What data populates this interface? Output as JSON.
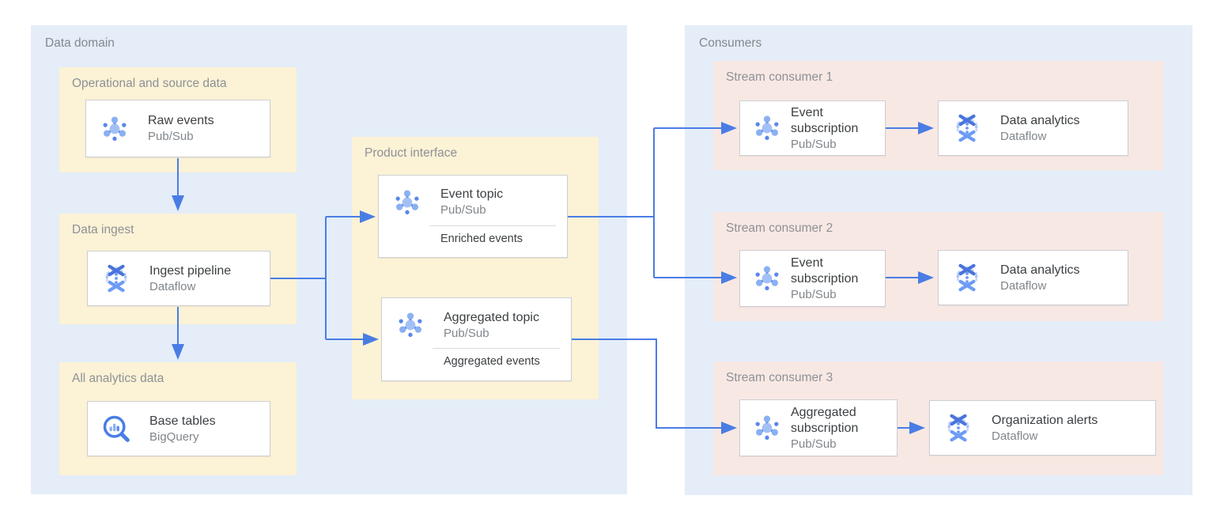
{
  "colors": {
    "arrow": "#4a7de4",
    "domain_bg": "#e4edf8",
    "zone_bg": "#fcf2d6",
    "consumer_zone_bg": "#f8e8e4",
    "card_bg": "#ffffff",
    "label_gray": "#84888d"
  },
  "data_domain": {
    "label": "Data domain",
    "operational": {
      "label": "Operational and source data",
      "card": {
        "title": "Raw events",
        "subtitle": "Pub/Sub",
        "icon": "pubsub-icon"
      }
    },
    "ingest": {
      "label": "Data ingest",
      "card": {
        "title": "Ingest pipeline",
        "subtitle": "Dataflow",
        "icon": "dataflow-icon"
      }
    },
    "analytics": {
      "label": "All analytics data",
      "card": {
        "title": "Base tables",
        "subtitle": "BigQuery",
        "icon": "bigquery-icon"
      }
    },
    "product_interface": {
      "label": "Product interface",
      "event_topic": {
        "title": "Event topic",
        "subtitle": "Pub/Sub",
        "tag": "Enriched events",
        "icon": "pubsub-icon"
      },
      "aggregated_topic": {
        "title": "Aggregated topic",
        "subtitle": "Pub/Sub",
        "tag": "Aggregated events",
        "icon": "pubsub-icon"
      }
    }
  },
  "consumers": {
    "label": "Consumers",
    "stream1": {
      "label": "Stream consumer 1",
      "source": {
        "title": "Event subscription",
        "subtitle": "Pub/Sub",
        "icon": "pubsub-icon"
      },
      "sink": {
        "title": "Data analytics",
        "subtitle": "Dataflow",
        "icon": "dataflow-icon"
      }
    },
    "stream2": {
      "label": "Stream consumer 2",
      "source": {
        "title": "Event subscription",
        "subtitle": "Pub/Sub",
        "icon": "pubsub-icon"
      },
      "sink": {
        "title": "Data analytics",
        "subtitle": "Dataflow",
        "icon": "dataflow-icon"
      }
    },
    "stream3": {
      "label": "Stream consumer 3",
      "source": {
        "title": "Aggregated subscription",
        "subtitle": "Pub/Sub",
        "icon": "pubsub-icon"
      },
      "sink": {
        "title": "Organization alerts",
        "subtitle": "Dataflow",
        "icon": "dataflow-icon"
      }
    }
  }
}
